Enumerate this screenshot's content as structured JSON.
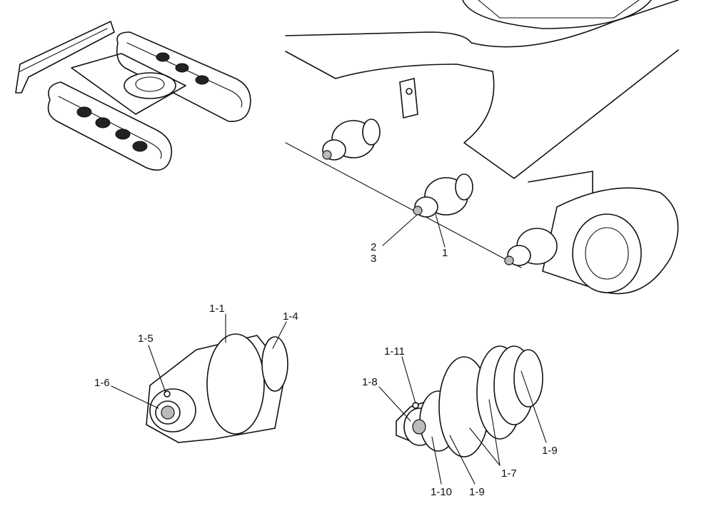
{
  "labels": {
    "l2": "2",
    "l3": "3",
    "l1": "1",
    "l1_1": "1-1",
    "l1_4": "1-4",
    "l1_5": "1-5",
    "l1_6": "1-6",
    "l1_11": "1-11",
    "l1_8": "1-8",
    "l1_9_right": "1-9",
    "l1_7": "1-7",
    "l1_9_bottom": "1-9",
    "l1_10": "1-10"
  }
}
